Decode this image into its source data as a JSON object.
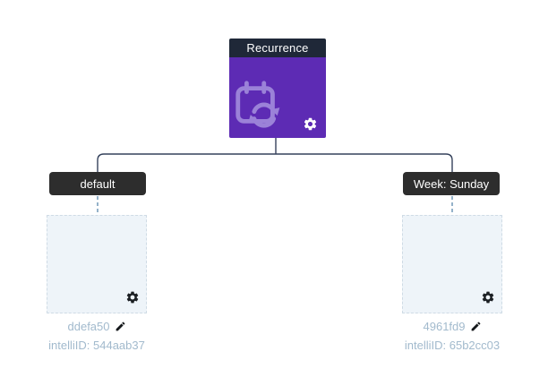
{
  "root_node": {
    "title": "Recurrence",
    "icon": "calendar-sync-icon",
    "settings_icon": "gear-icon"
  },
  "branches": [
    {
      "label": "default",
      "id": "ddefa50",
      "intelli_label": "intelliID:",
      "intelli_value": "544aab37",
      "settings_icon": "gear-icon",
      "edit_icon": "edit-pencil-icon"
    },
    {
      "label": "Week: Sunday",
      "id": "4961fd9",
      "intelli_label": "intelliID:",
      "intelli_value": "65b2cc03",
      "settings_icon": "gear-icon",
      "edit_icon": "edit-pencil-icon"
    }
  ],
  "colors": {
    "accent_purple": "#5d2bb4",
    "header_dark": "#1f2838",
    "label_dark": "#2d2d2d",
    "box_fill": "#eef4f9",
    "box_border": "#cfdbe5",
    "connector": "#35425c",
    "dashed_connector": "#4e7fa6",
    "caption_text": "#a2bacd",
    "icon_on_purple": "#9b82d8"
  }
}
